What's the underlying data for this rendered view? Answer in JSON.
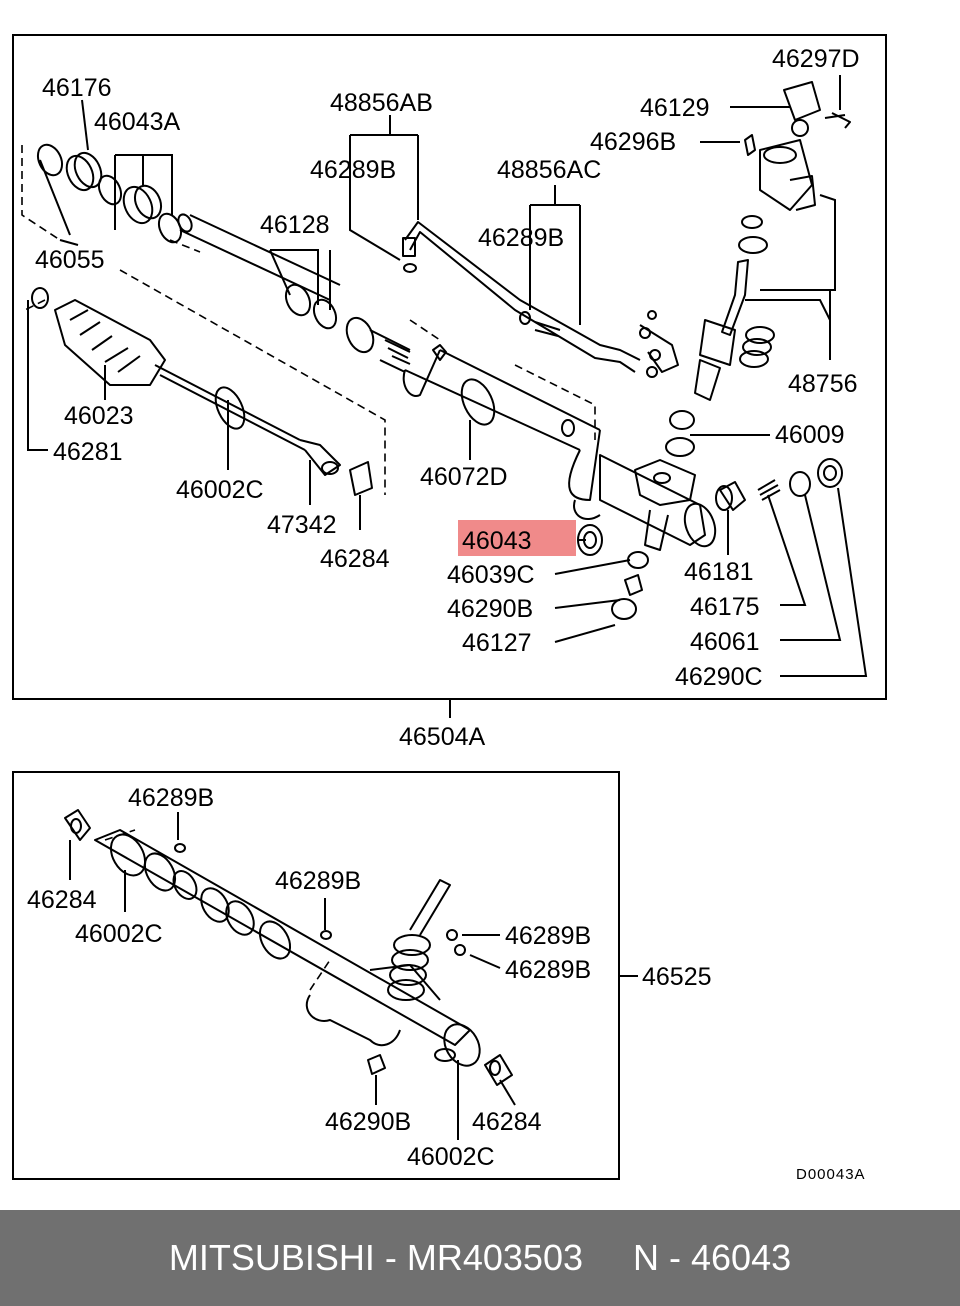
{
  "diagram": {
    "labels": {
      "l46176": "46176",
      "l46043A": "46043A",
      "l46055": "46055",
      "l46023": "46023",
      "l46281": "46281",
      "l48856AB": "48856AB",
      "l46289B_a": "46289B",
      "l46128": "46128",
      "l46002C_a": "46002C",
      "l47342": "47342",
      "l46284_a": "46284",
      "l46072D": "46072D",
      "l48856AC": "48856AC",
      "l46289B_b": "46289B",
      "l46297D": "46297D",
      "l46129": "46129",
      "l46296B": "46296B",
      "l48756": "48756",
      "l46009": "46009",
      "l46043": "46043",
      "l46039C": "46039C",
      "l46290B_a": "46290B",
      "l46127": "46127",
      "l46181": "46181",
      "l46175": "46175",
      "l46061": "46061",
      "l46290C": "46290C",
      "l46504A": "46504A",
      "l46289B_c": "46289B",
      "l46284_b": "46284",
      "l46002C_b": "46002C",
      "l46289B_d": "46289B",
      "l46289B_e": "46289B",
      "l46289B_f": "46289B",
      "l46525": "46525",
      "l46290B_b": "46290B",
      "l46284_c": "46284",
      "l46002C_c": "46002C",
      "code": "D00043A"
    },
    "highlight_color": "#f08a8a"
  },
  "footer": {
    "text": "MITSUBISHI - MR403503     N - 46043",
    "background": "#707070"
  }
}
